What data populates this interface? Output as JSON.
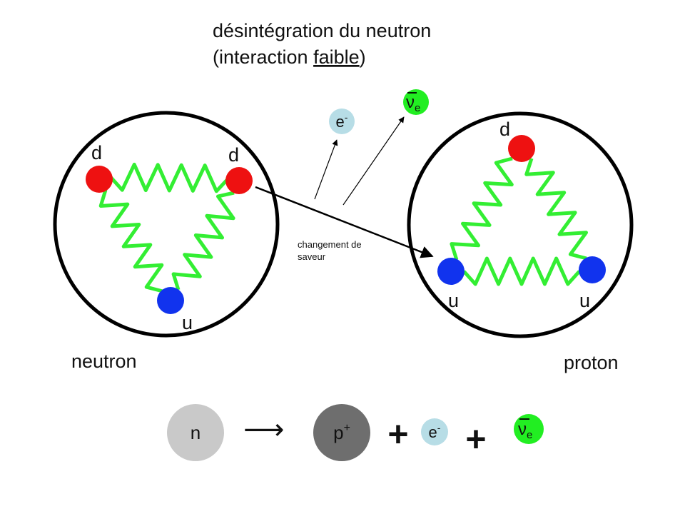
{
  "title": {
    "line1": "désintégration du neutron",
    "line2_prefix": "(interaction ",
    "line2_underlined": "faible",
    "line2_suffix": ")"
  },
  "neutron": {
    "label": "neutron",
    "quarks": [
      {
        "label": "d",
        "color": "#ee1111"
      },
      {
        "label": "d",
        "color": "#ee1111"
      },
      {
        "label": "u",
        "color": "#1133ee"
      }
    ]
  },
  "proton": {
    "label": "proton",
    "quarks": [
      {
        "label": "d",
        "color": "#ee1111"
      },
      {
        "label": "u",
        "color": "#1133ee"
      },
      {
        "label": "u",
        "color": "#1133ee"
      }
    ]
  },
  "flavor_change": {
    "line1": "changement de",
    "line2": "saveur"
  },
  "emitted": {
    "electron": {
      "symbol": "e",
      "superscript": "-",
      "color": "#b7dde6"
    },
    "antineutrino": {
      "symbol": "ν",
      "subscript": "e",
      "color": "#22ee22"
    }
  },
  "equation": {
    "neutron": {
      "symbol": "n",
      "color": "#c9c9c9"
    },
    "arrow": "⟶",
    "proton": {
      "symbol": "p",
      "superscript": "+",
      "color": "#6e6e6e"
    },
    "plus1": "+",
    "electron": {
      "symbol": "e",
      "superscript": "-",
      "color": "#b7dde6"
    },
    "plus2": "+",
    "antineutrino": {
      "symbol": "ν",
      "subscript": "e",
      "color": "#22ee22"
    }
  },
  "colors": {
    "gluon": "#33ee33",
    "outline": "#000000"
  }
}
